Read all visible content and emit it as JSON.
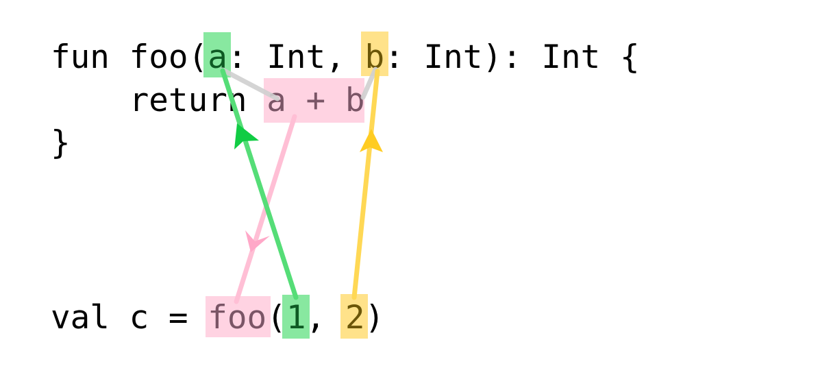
{
  "colors": {
    "green_box": "#88e8a0",
    "yellow_box": "#ffe28a",
    "pink_box": "#ffd3e2",
    "green_arrow": "#55dd77",
    "green_arrowhead": "#11cc44",
    "pink_arrow": "#ffbfd5",
    "pink_arrowhead": "#ffa8c8",
    "yellow_arrow": "#ffd855",
    "yellow_arrowhead": "#ffcc22",
    "gray_link": "#d0d0d0"
  },
  "code": {
    "line1": {
      "pre": "fun foo(",
      "param_a": "a",
      "mid": ": Int, ",
      "param_b": "b",
      "post": ": Int): Int {"
    },
    "line2": {
      "pre": "    return ",
      "expr": "a + b"
    },
    "line3": "}",
    "line4": {
      "pre": "val c = ",
      "fn": "foo",
      "open": "(",
      "arg1": "1",
      "sep": ", ",
      "arg2": "2",
      "close": ")"
    }
  },
  "arrows": [
    {
      "name": "arg1-to-param-a",
      "from": "1",
      "to": "a",
      "color": "green"
    },
    {
      "name": "return-to-call",
      "from": "a + b",
      "to": "foo",
      "color": "pink"
    },
    {
      "name": "arg2-to-param-b",
      "from": "2",
      "to": "b",
      "color": "yellow"
    }
  ]
}
